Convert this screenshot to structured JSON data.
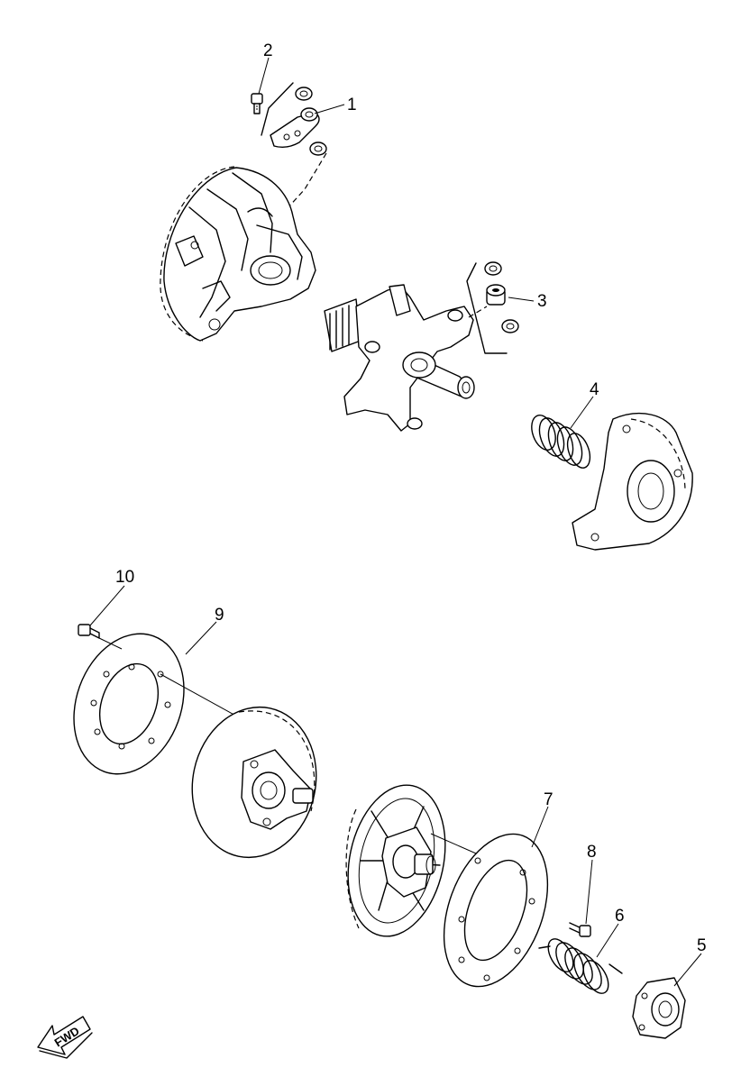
{
  "callouts": [
    {
      "id": "1",
      "label": "1"
    },
    {
      "id": "2",
      "label": "2"
    },
    {
      "id": "3",
      "label": "3"
    },
    {
      "id": "4",
      "label": "4"
    },
    {
      "id": "5",
      "label": "5"
    },
    {
      "id": "6",
      "label": "6"
    },
    {
      "id": "7",
      "label": "7"
    },
    {
      "id": "8",
      "label": "8"
    },
    {
      "id": "9",
      "label": "9"
    },
    {
      "id": "10",
      "label": "10"
    }
  ],
  "fwd_indicator": {
    "label": "FWD",
    "icon": "fwd-arrow-icon"
  },
  "colors": {
    "line": "#000000",
    "background": "#ffffff"
  }
}
